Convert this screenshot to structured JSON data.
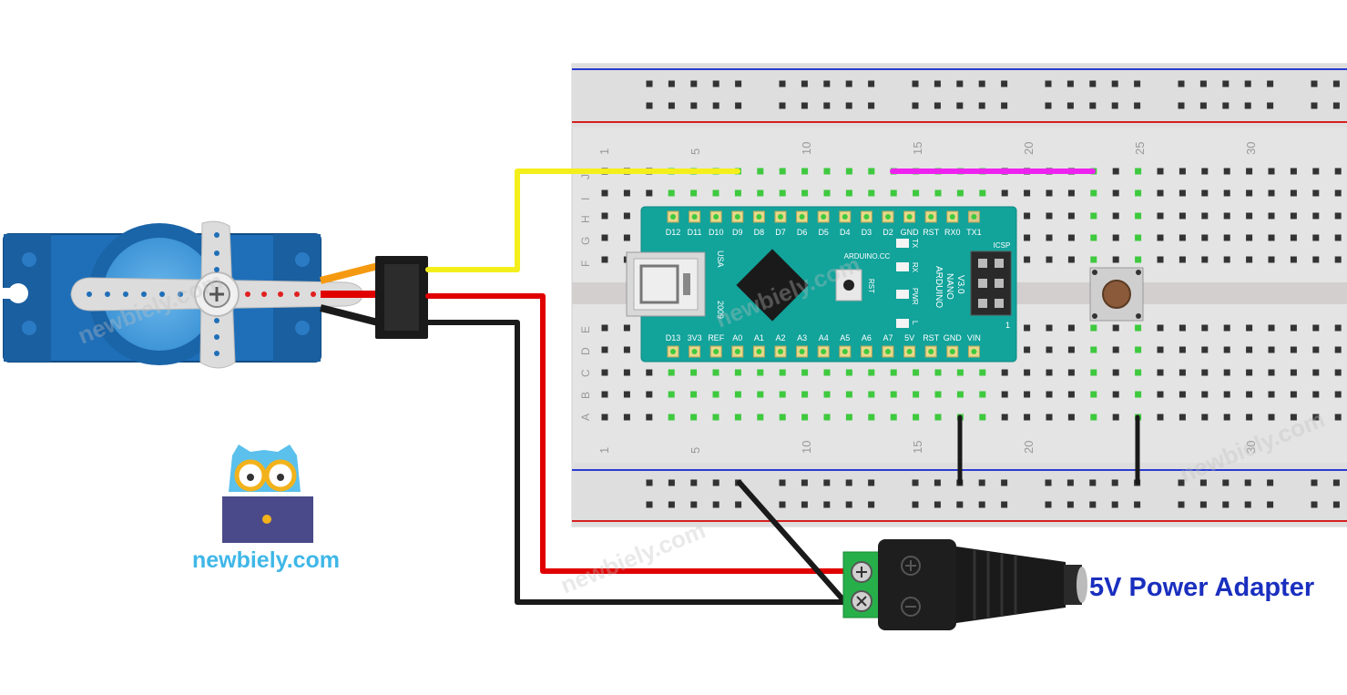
{
  "breadboard": {
    "col_numbers": [
      "1",
      "5",
      "10",
      "15",
      "20",
      "25",
      "30"
    ],
    "row_letters_top": [
      "J",
      "I",
      "H",
      "G",
      "F"
    ],
    "row_letters_bottom": [
      "E",
      "D",
      "C",
      "B",
      "A"
    ]
  },
  "arduino": {
    "top_pins": [
      "D12",
      "D11",
      "D10",
      "D9",
      "D8",
      "D7",
      "D6",
      "D5",
      "D4",
      "D3",
      "D2",
      "GND",
      "RST",
      "RX0",
      "TX1"
    ],
    "bottom_pins": [
      "D13",
      "3V3",
      "REF",
      "A0",
      "A1",
      "A2",
      "A3",
      "A4",
      "A5",
      "A6",
      "A7",
      "5V",
      "RST",
      "GND",
      "VIN"
    ],
    "brand": "ARDUINO.CC",
    "model": [
      "ARDUINO",
      "NANO",
      "V3.0"
    ],
    "usa": "USA",
    "year": "2009",
    "icsp": "ICSP",
    "icsp_num": "1",
    "rst": "RST",
    "led_labels": [
      "TX",
      "RX",
      "PWR",
      "L"
    ]
  },
  "logo": {
    "text": "newbiely.com"
  },
  "watermark": "newbiely.com",
  "adapter": {
    "label": "5V Power Adapter"
  },
  "colors": {
    "board_teal": "#12a39b",
    "wire_yellow": "#f4ef1a",
    "wire_red": "#e00000",
    "wire_black": "#1a1a1a",
    "wire_magenta": "#ee22ee",
    "servo_blue": "#1f6fb8",
    "logo_text": "#3fb7e8",
    "adapter_label": "#1a2fbf"
  }
}
